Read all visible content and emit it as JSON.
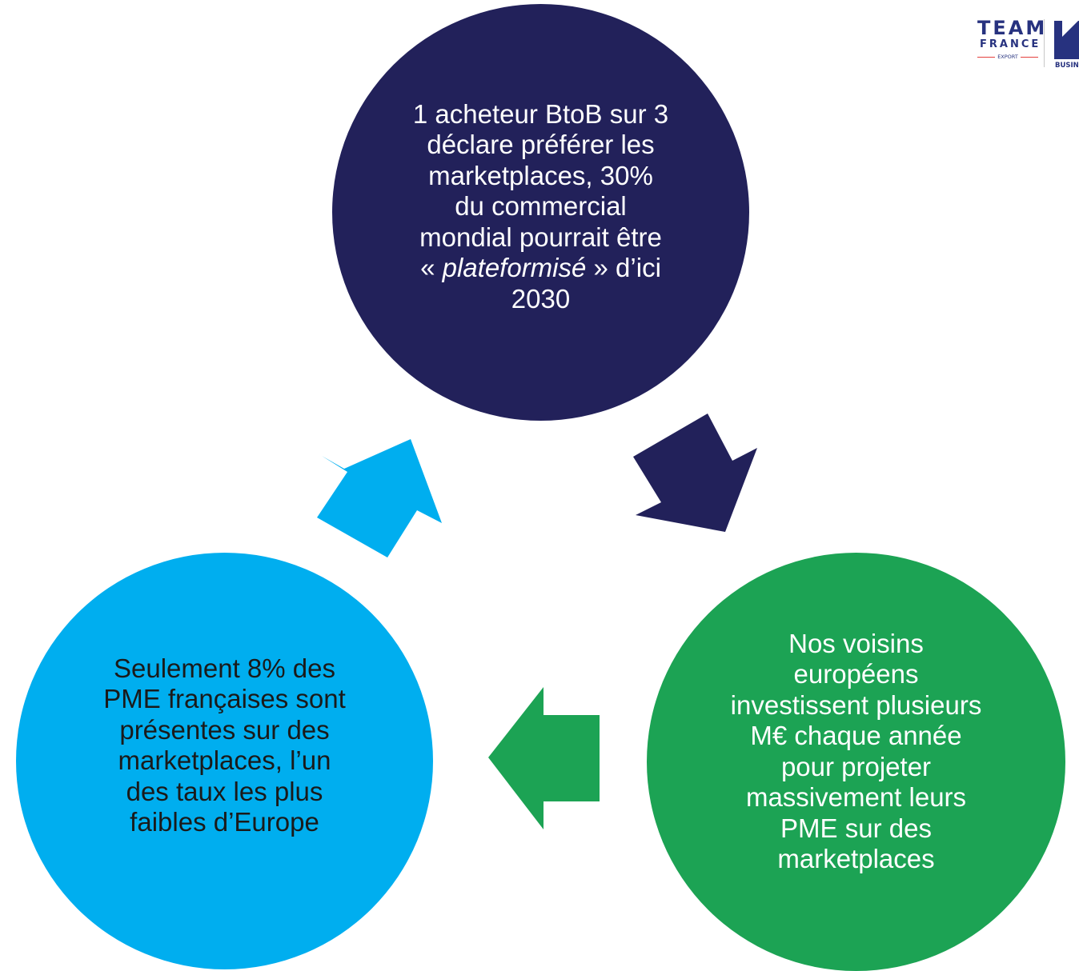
{
  "colors": {
    "navy": "#22215a",
    "green": "#1ca354",
    "cyan": "#00aeef",
    "logo_blue": "#27327f",
    "logo_red": "#e4413e"
  },
  "top_circle": {
    "lines": [
      "1 acheteur BtoB sur 3",
      "déclare préférer les",
      "marketplaces, 30%",
      "du commercial",
      "mondial pourrait être"
    ],
    "quote_open": "« ",
    "quote_italic": "plateformisé",
    "quote_close": " » d’ici",
    "last_line": "2030"
  },
  "right_circle": {
    "lines": [
      "Nos voisins",
      "européens",
      "investissent plusieurs",
      "M€ chaque année",
      "pour projeter",
      "massivement leurs",
      "PME sur des",
      "marketplaces"
    ]
  },
  "left_circle": {
    "lines": [
      "Seulement 8% des",
      "PME françaises sont",
      "présentes sur des",
      "marketplaces, l’un",
      "des taux les plus",
      "faibles d’Europe"
    ]
  },
  "logo": {
    "team": "TEAM",
    "france": "FRANCE",
    "export": "EXPORT",
    "business": "BUSINESS"
  }
}
